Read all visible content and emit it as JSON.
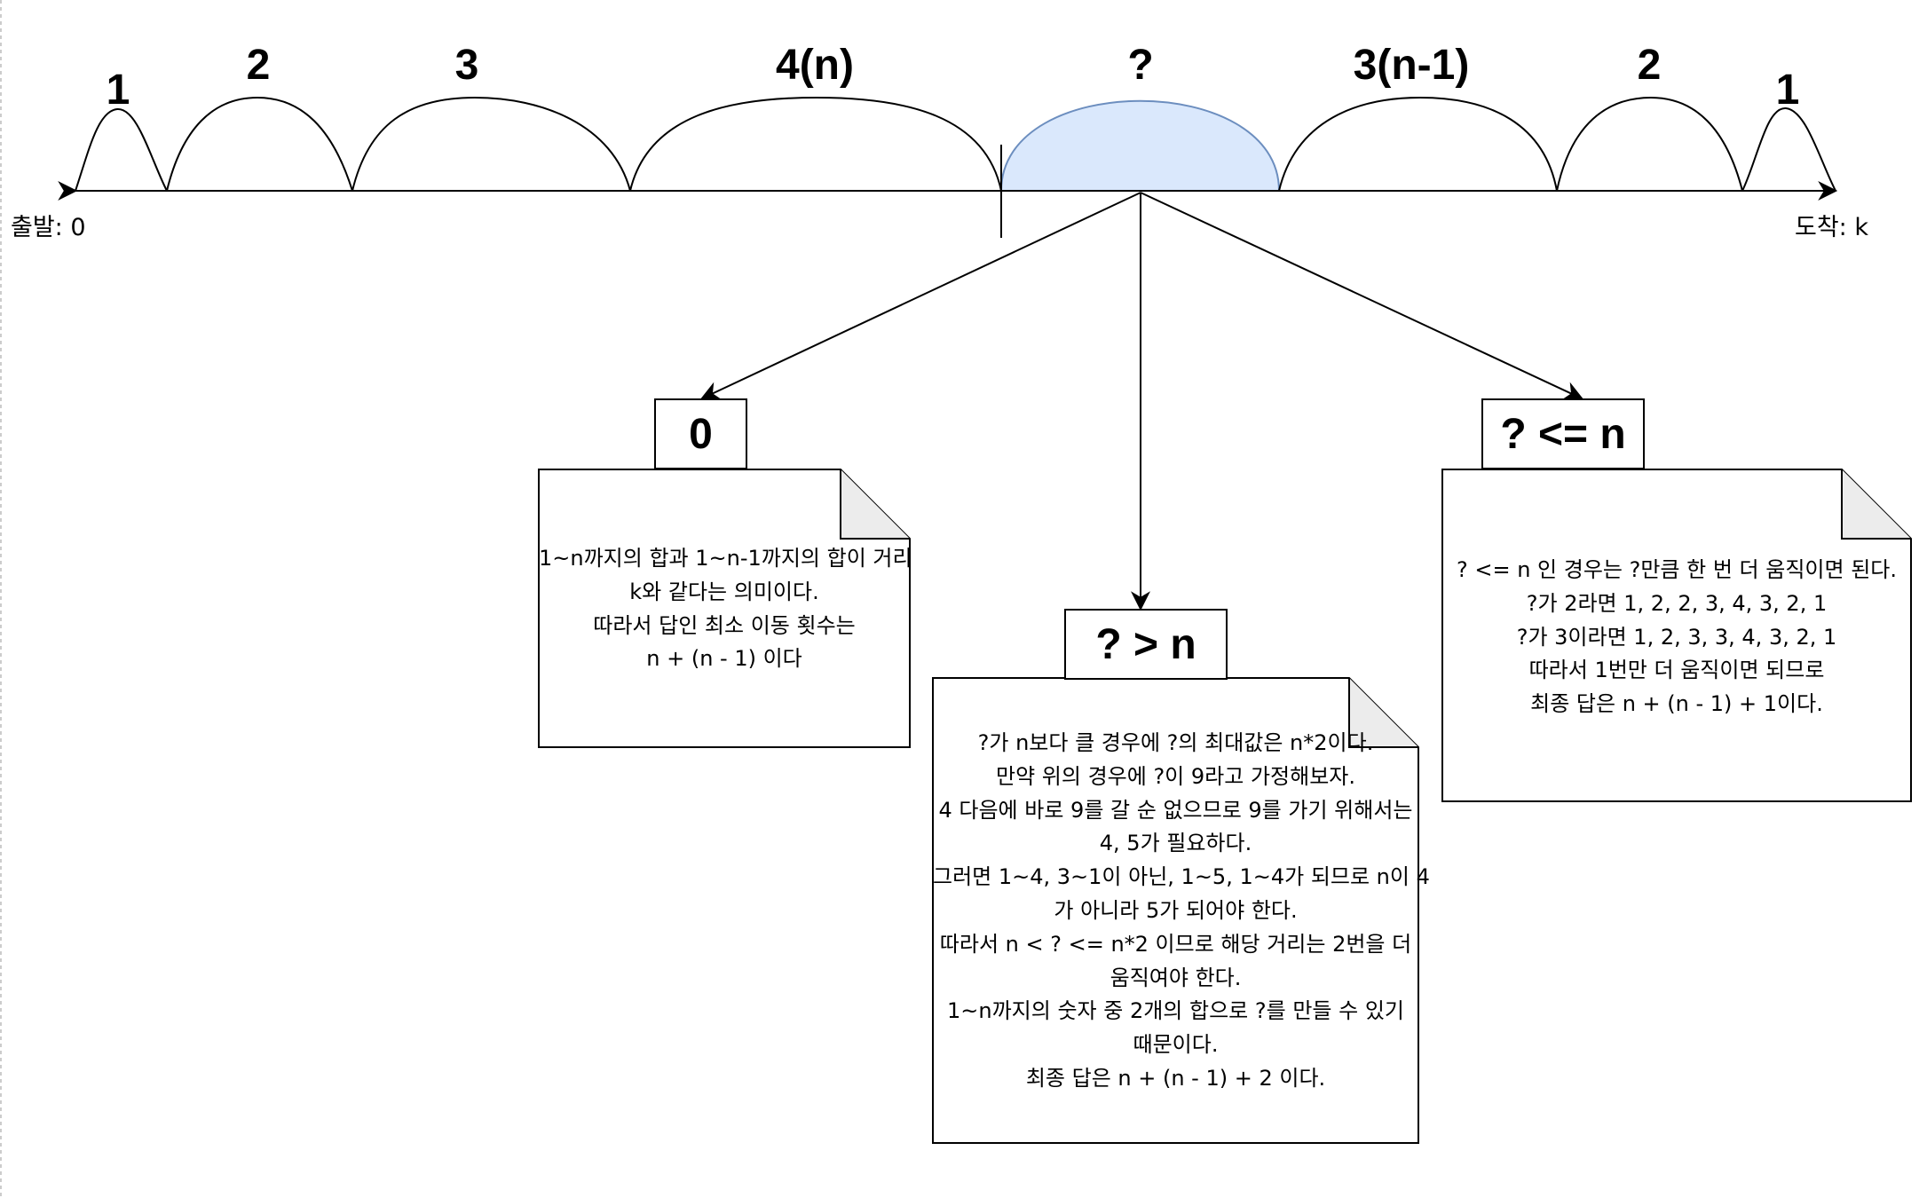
{
  "timeline": {
    "start_label": "출발: 0",
    "end_label": "도착: k",
    "arc_labels": [
      "1",
      "2",
      "3",
      "4(n)",
      "?",
      "3(n-1)",
      "2",
      "1"
    ],
    "highlight_color": "#dae8fc",
    "highlight_stroke": "#6c8ebf"
  },
  "cases": {
    "zero": {
      "title": "0",
      "lines": [
        "1~n까지의 합과 1~n-1까지의 합이 거리",
        "k와 같다는 의미이다.",
        "따라서 답인 최소 이동 횟수는",
        "n + (n - 1) 이다"
      ]
    },
    "greater": {
      "title": "? > n",
      "lines": [
        "?가 n보다 클 경우에 ?의 최대값은 n*2이다.",
        "만약 위의 경우에 ?이 9라고 가정해보자.",
        "4 다음에 바로 9를 갈 순 없으므로 9를 가기 위해서는",
        "4, 5가 필요하다.",
        "그러면 1~4, 3~1이 아닌, 1~5, 1~4가 되므로 n이 4",
        "가 아니라 5가 되어야 한다.",
        "따라서 n < ? <= n*2  이므로 해당 거리는 2번을 더",
        "움직여야 한다.",
        "1~n까지의 숫자 중 2개의 합으로 ?를 만들 수 있기",
        "때문이다.",
        "최종 답은 n + (n - 1) + 2 이다."
      ]
    },
    "less_equal": {
      "title": "? <= n",
      "lines": [
        "? <= n 인 경우는 ?만큼 한 번 더 움직이면 된다.",
        "?가 2라면 1, 2, 2, 3, 4, 3, 2, 1",
        "?가 3이라면 1, 2, 3, 3, 4, 3, 2, 1",
        "따라서 1번만 더 움직이면 되므로",
        "최종 답은 n + (n - 1) + 1이다."
      ]
    }
  }
}
